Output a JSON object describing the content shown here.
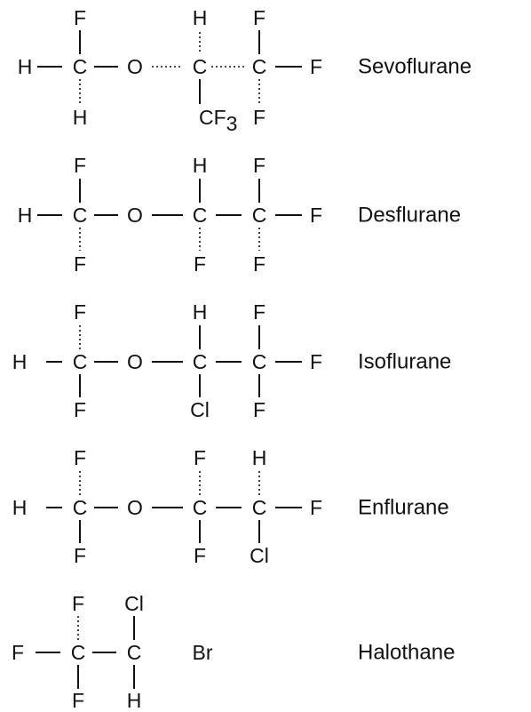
{
  "title": "",
  "molecules": [
    {
      "name": "Sevoflurane",
      "atoms": {
        "left": "H",
        "c1": "C",
        "c1_top": "F",
        "c1_bottom": "H",
        "oxygen": "O",
        "c2": "C",
        "c2_top": "H",
        "c2_bottom": "CF",
        "c2_bottom_subscript": "3",
        "c3": "C",
        "c3_top": "F",
        "c3_bottom": "F",
        "right": "F"
      }
    },
    {
      "name": "Desflurane",
      "atoms": {
        "left": "H",
        "c1": "C",
        "c1_top": "F",
        "c1_bottom": "F",
        "oxygen": "O",
        "c2": "C",
        "c2_top": "H",
        "c2_bottom": "F",
        "c3": "C",
        "c3_top": "F",
        "c3_bottom": "F",
        "right": "F"
      }
    },
    {
      "name": "Isoflurane",
      "atoms": {
        "left": "H",
        "c1": "C",
        "c1_top": "F",
        "c1_bottom": "F",
        "oxygen": "O",
        "c2": "C",
        "c2_top": "H",
        "c2_bottom": "Cl",
        "c3": "C",
        "c3_top": "F",
        "c3_bottom": "F",
        "right": "F"
      }
    },
    {
      "name": "Enflurane",
      "atoms": {
        "left": "H",
        "c1": "C",
        "c1_top": "F",
        "c1_bottom": "F",
        "oxygen": "O",
        "c2": "C",
        "c2_top": "F",
        "c2_bottom": "F",
        "c3": "C",
        "c3_top": "H",
        "c3_bottom": "Cl",
        "right": "F"
      }
    },
    {
      "name": "Halothane",
      "atoms": {
        "left": "F",
        "c1": "C",
        "c1_top": "F",
        "c1_bottom": "F",
        "c2": "C",
        "c2_top": "Cl",
        "c2_bottom": "H",
        "right": "Br"
      }
    }
  ]
}
